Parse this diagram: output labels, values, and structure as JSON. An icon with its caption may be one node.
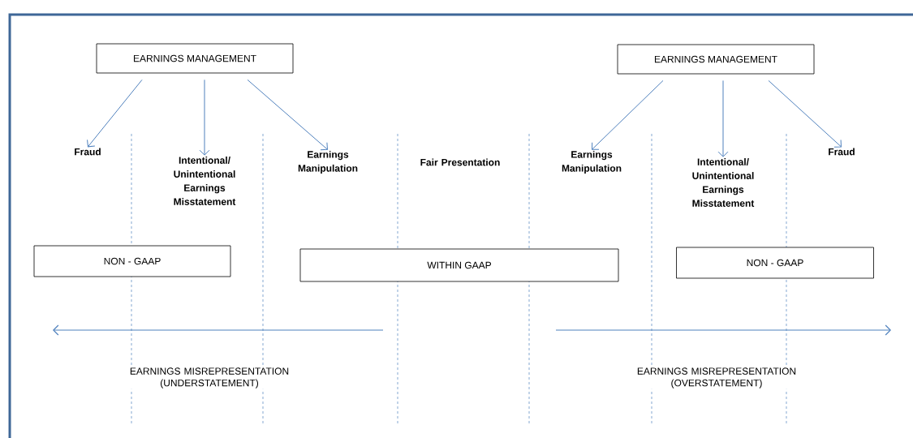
{
  "diagram": {
    "nodes": [
      {
        "text": [
          "EARNINGS MANAGEMENT"
        ]
      },
      {
        "text": [
          "Fraud"
        ]
      },
      {
        "text": [
          "Intentional/ Unintentional Earnings Misstatement"
        ]
      },
      {
        "text": [
          "Earnings Manipulation"
        ]
      },
      {
        "text": [
          "Fair Presentation"
        ]
      },
      {
        "text": [
          "EARNINGS MANAGEMENT"
        ]
      },
      {
        "text": [
          "Earnings Manipulation"
        ]
      },
      {
        "text": [
          "Intentional/ Unintentional Earnings Misstatement"
        ]
      },
      {
        "text": [
          "Fraud"
        ]
      },
      {
        "text": [
          "NON - GAAP"
        ]
      },
      {
        "text": [
          "WITHIN GAAP"
        ]
      },
      {
        "text": [
          "NON - GAAP"
        ]
      }
    ],
    "edges": [
      {
        "from": 0,
        "to": 1,
        "arrow": "to"
      },
      {
        "from": 0,
        "to": 2,
        "arrow": "to"
      },
      {
        "from": 0,
        "to": 3,
        "arrow": "to"
      },
      {
        "from": 5,
        "to": 6,
        "arrow": "to"
      },
      {
        "from": 5,
        "to": 7,
        "arrow": "to"
      },
      {
        "from": 5,
        "to": 8,
        "arrow": "to"
      }
    ],
    "labels": [
      "EARNINGS MISREPRESENTATION (UNDERSTATEMENT)",
      "EARNINGS MISREPRESENTATION (OVERSTATEMENT)"
    ]
  }
}
